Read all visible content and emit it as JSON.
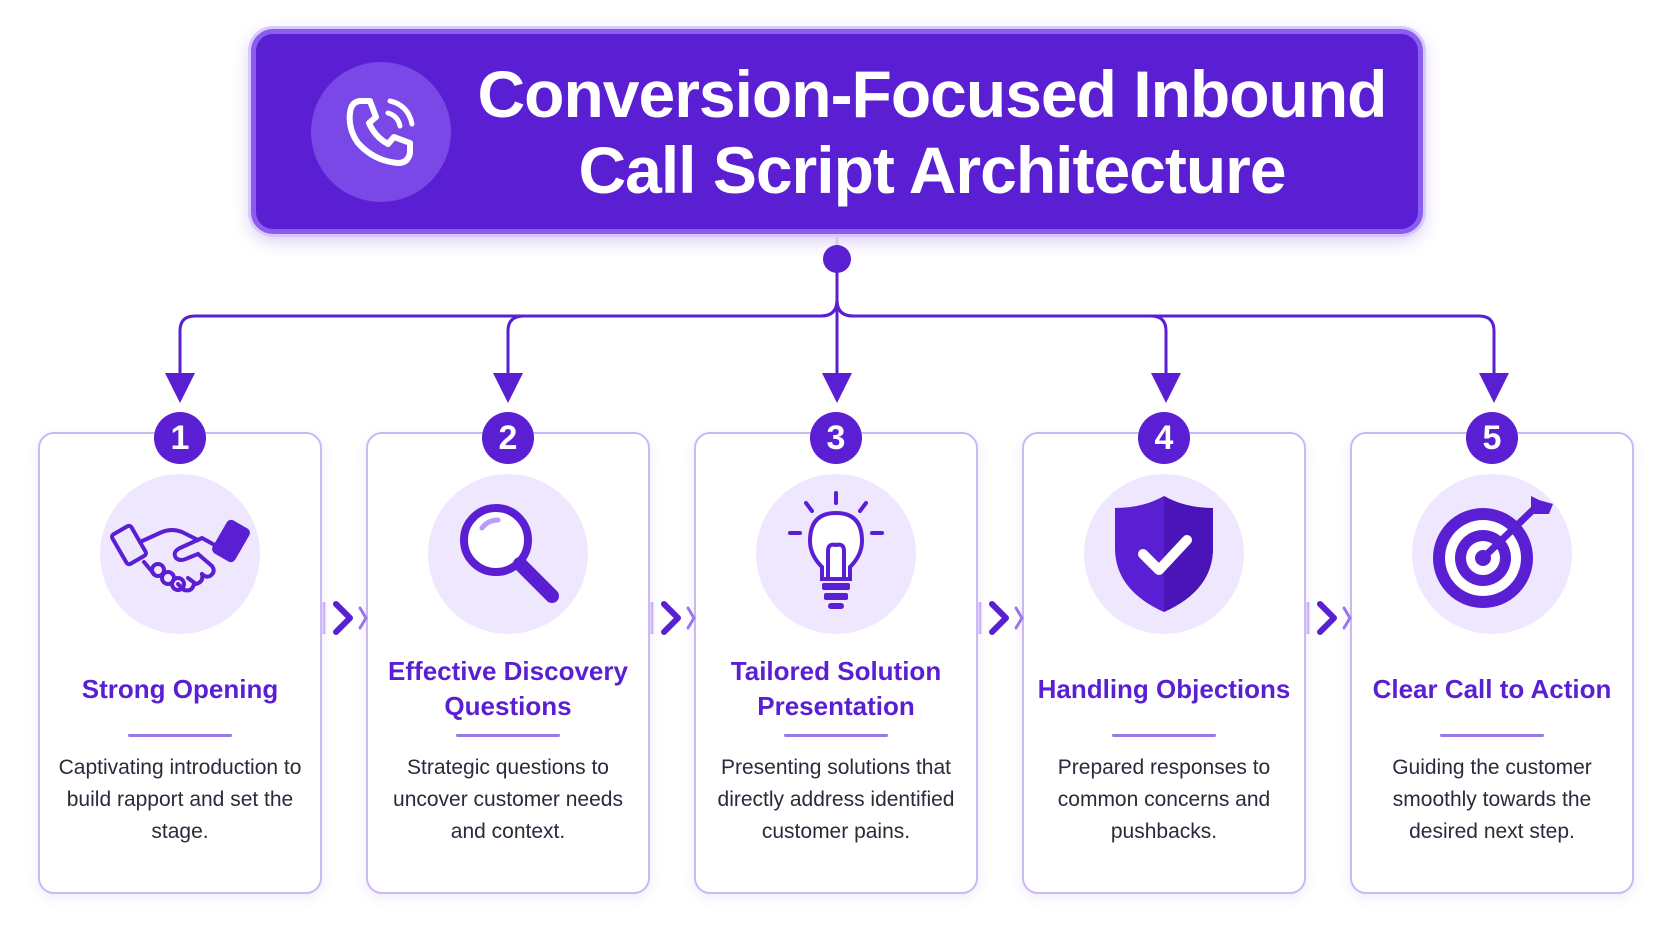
{
  "header": {
    "icon": "phone-ringing-icon",
    "title_line1": "Conversion-Focused Inbound",
    "title_line2": "Call Script Architecture"
  },
  "colors": {
    "primary": "#5b1fd3",
    "primary_light": "#8b5cf0",
    "icon_bg": "#efe7fd",
    "card_border": "#cdb8f6",
    "text": "#2a2a3a"
  },
  "steps": [
    {
      "number": "1",
      "icon": "handshake-icon",
      "title": "Strong Opening",
      "description": "Captivating introduction to build rapport and set the stage."
    },
    {
      "number": "2",
      "icon": "magnifying-glass-icon",
      "title": "Effective Discovery Questions",
      "description": "Strategic questions to uncover customer needs and context."
    },
    {
      "number": "3",
      "icon": "lightbulb-icon",
      "title": "Tailored Solution Presentation",
      "description": "Presenting solutions that directly address identified customer pains."
    },
    {
      "number": "4",
      "icon": "shield-check-icon",
      "title": "Handling Objections",
      "description": "Prepared responses to common concerns and pushbacks."
    },
    {
      "number": "5",
      "icon": "target-arrow-icon",
      "title": "Clear Call to Action",
      "description": "Guiding the customer smoothly towards the desired next step."
    }
  ]
}
